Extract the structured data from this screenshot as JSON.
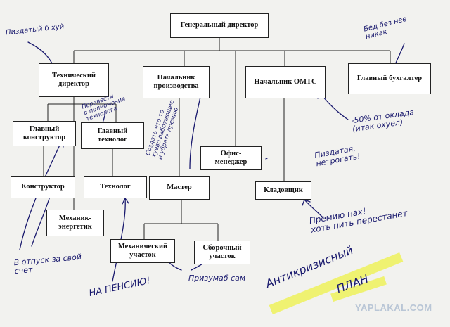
{
  "boxes": {
    "gen_dir": "Генеральный директор",
    "tech_dir": "Технический\nдиректор",
    "prod_head": "Начальник\nпроизводства",
    "omts_head": "Начальник ОМТС",
    "chief_acc": "Главный бухгалтер",
    "chief_constr": "Главный\nконструктор",
    "chief_tech": "Главный\nтехнолог",
    "office_mgr": "Офис-\nменеджер",
    "constructor": "Конструктор",
    "technologist": "Технолог",
    "master": "Мастер",
    "storekeeper": "Кладовщик",
    "mech_energ": "Механик-\nэнергетик",
    "mech_shop": "Механический\nучасток",
    "assembly_shop": "Сборочный\nучасток"
  },
  "notes": {
    "fire_tech_dir": "Пиздатый б хуй",
    "accountant": "Бед без нее\nникак",
    "chief_tech_note": "Перевести\nв полномочия\nтехнолога",
    "prod_note": "Создать что-то\nхуево работающее\nи убрать премию",
    "omts_note": "-50% от оклада\n(итак охуел)",
    "office_note": "Пиздатая,\nнетрогать!",
    "store_note": "Премию нах!\nхоть пить перестанет",
    "vacation_note": "В отпуск за свой\nсчет",
    "pension_note": "НА ПЕНСИЮ!",
    "merge_note": "Призумаб сам",
    "plan_line1": "Антикризисный",
    "plan_line2": "ПЛАН"
  },
  "watermark": "YAPLAKAL.COM",
  "colors": {
    "ink": "#1a1a6e",
    "highlight": "#eef25a",
    "box_border": "#222222"
  }
}
